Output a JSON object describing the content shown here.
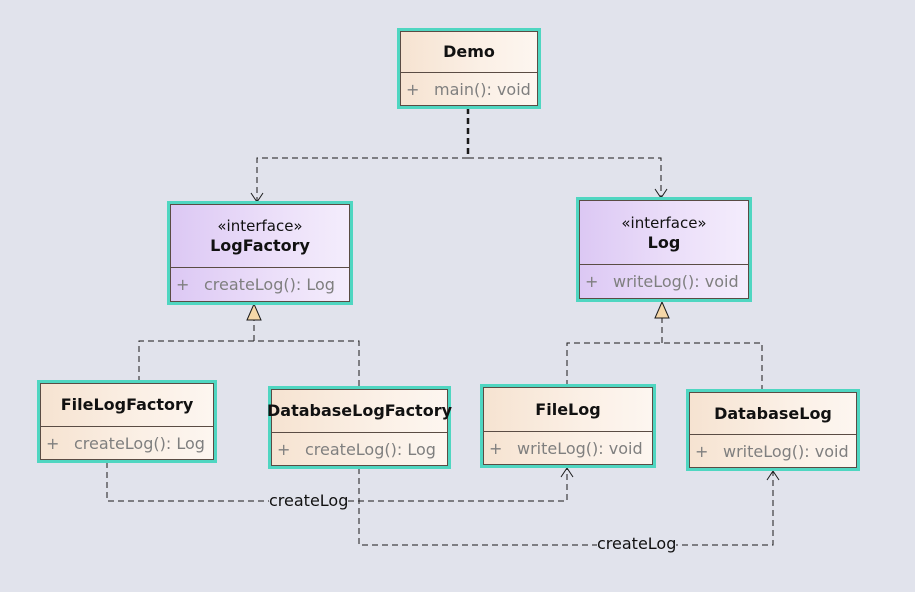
{
  "classes": {
    "demo": {
      "name": "Demo",
      "visibility": "+",
      "operation": "main(): void"
    },
    "log_factory": {
      "stereotype": "«interface»",
      "name": "LogFactory",
      "visibility": "+",
      "operation": "createLog(): Log"
    },
    "log": {
      "stereotype": "«interface»",
      "name": "Log",
      "visibility": "+",
      "operation": "writeLog(): void"
    },
    "file_log_factory": {
      "name": "FileLogFactory",
      "visibility": "+",
      "operation": "createLog(): Log"
    },
    "database_log_factory": {
      "name": "DatabaseLogFactory",
      "visibility": "+",
      "operation": "createLog(): Log"
    },
    "file_log": {
      "name": "FileLog",
      "visibility": "+",
      "operation": "writeLog(): void"
    },
    "database_log": {
      "name": "DatabaseLog",
      "visibility": "+",
      "operation": "writeLog(): void"
    }
  },
  "connections": {
    "file_create_label": "createLog",
    "database_create_label": "createLog"
  },
  "colors": {
    "background": "#e1e3ec",
    "selection_border": "#4fd6c1",
    "class_fill": "#f6e3d1",
    "interface_fill": "#dcc8f4",
    "line": "#1a1a1a",
    "realization_arrow_fill": "#f5d7a8"
  }
}
